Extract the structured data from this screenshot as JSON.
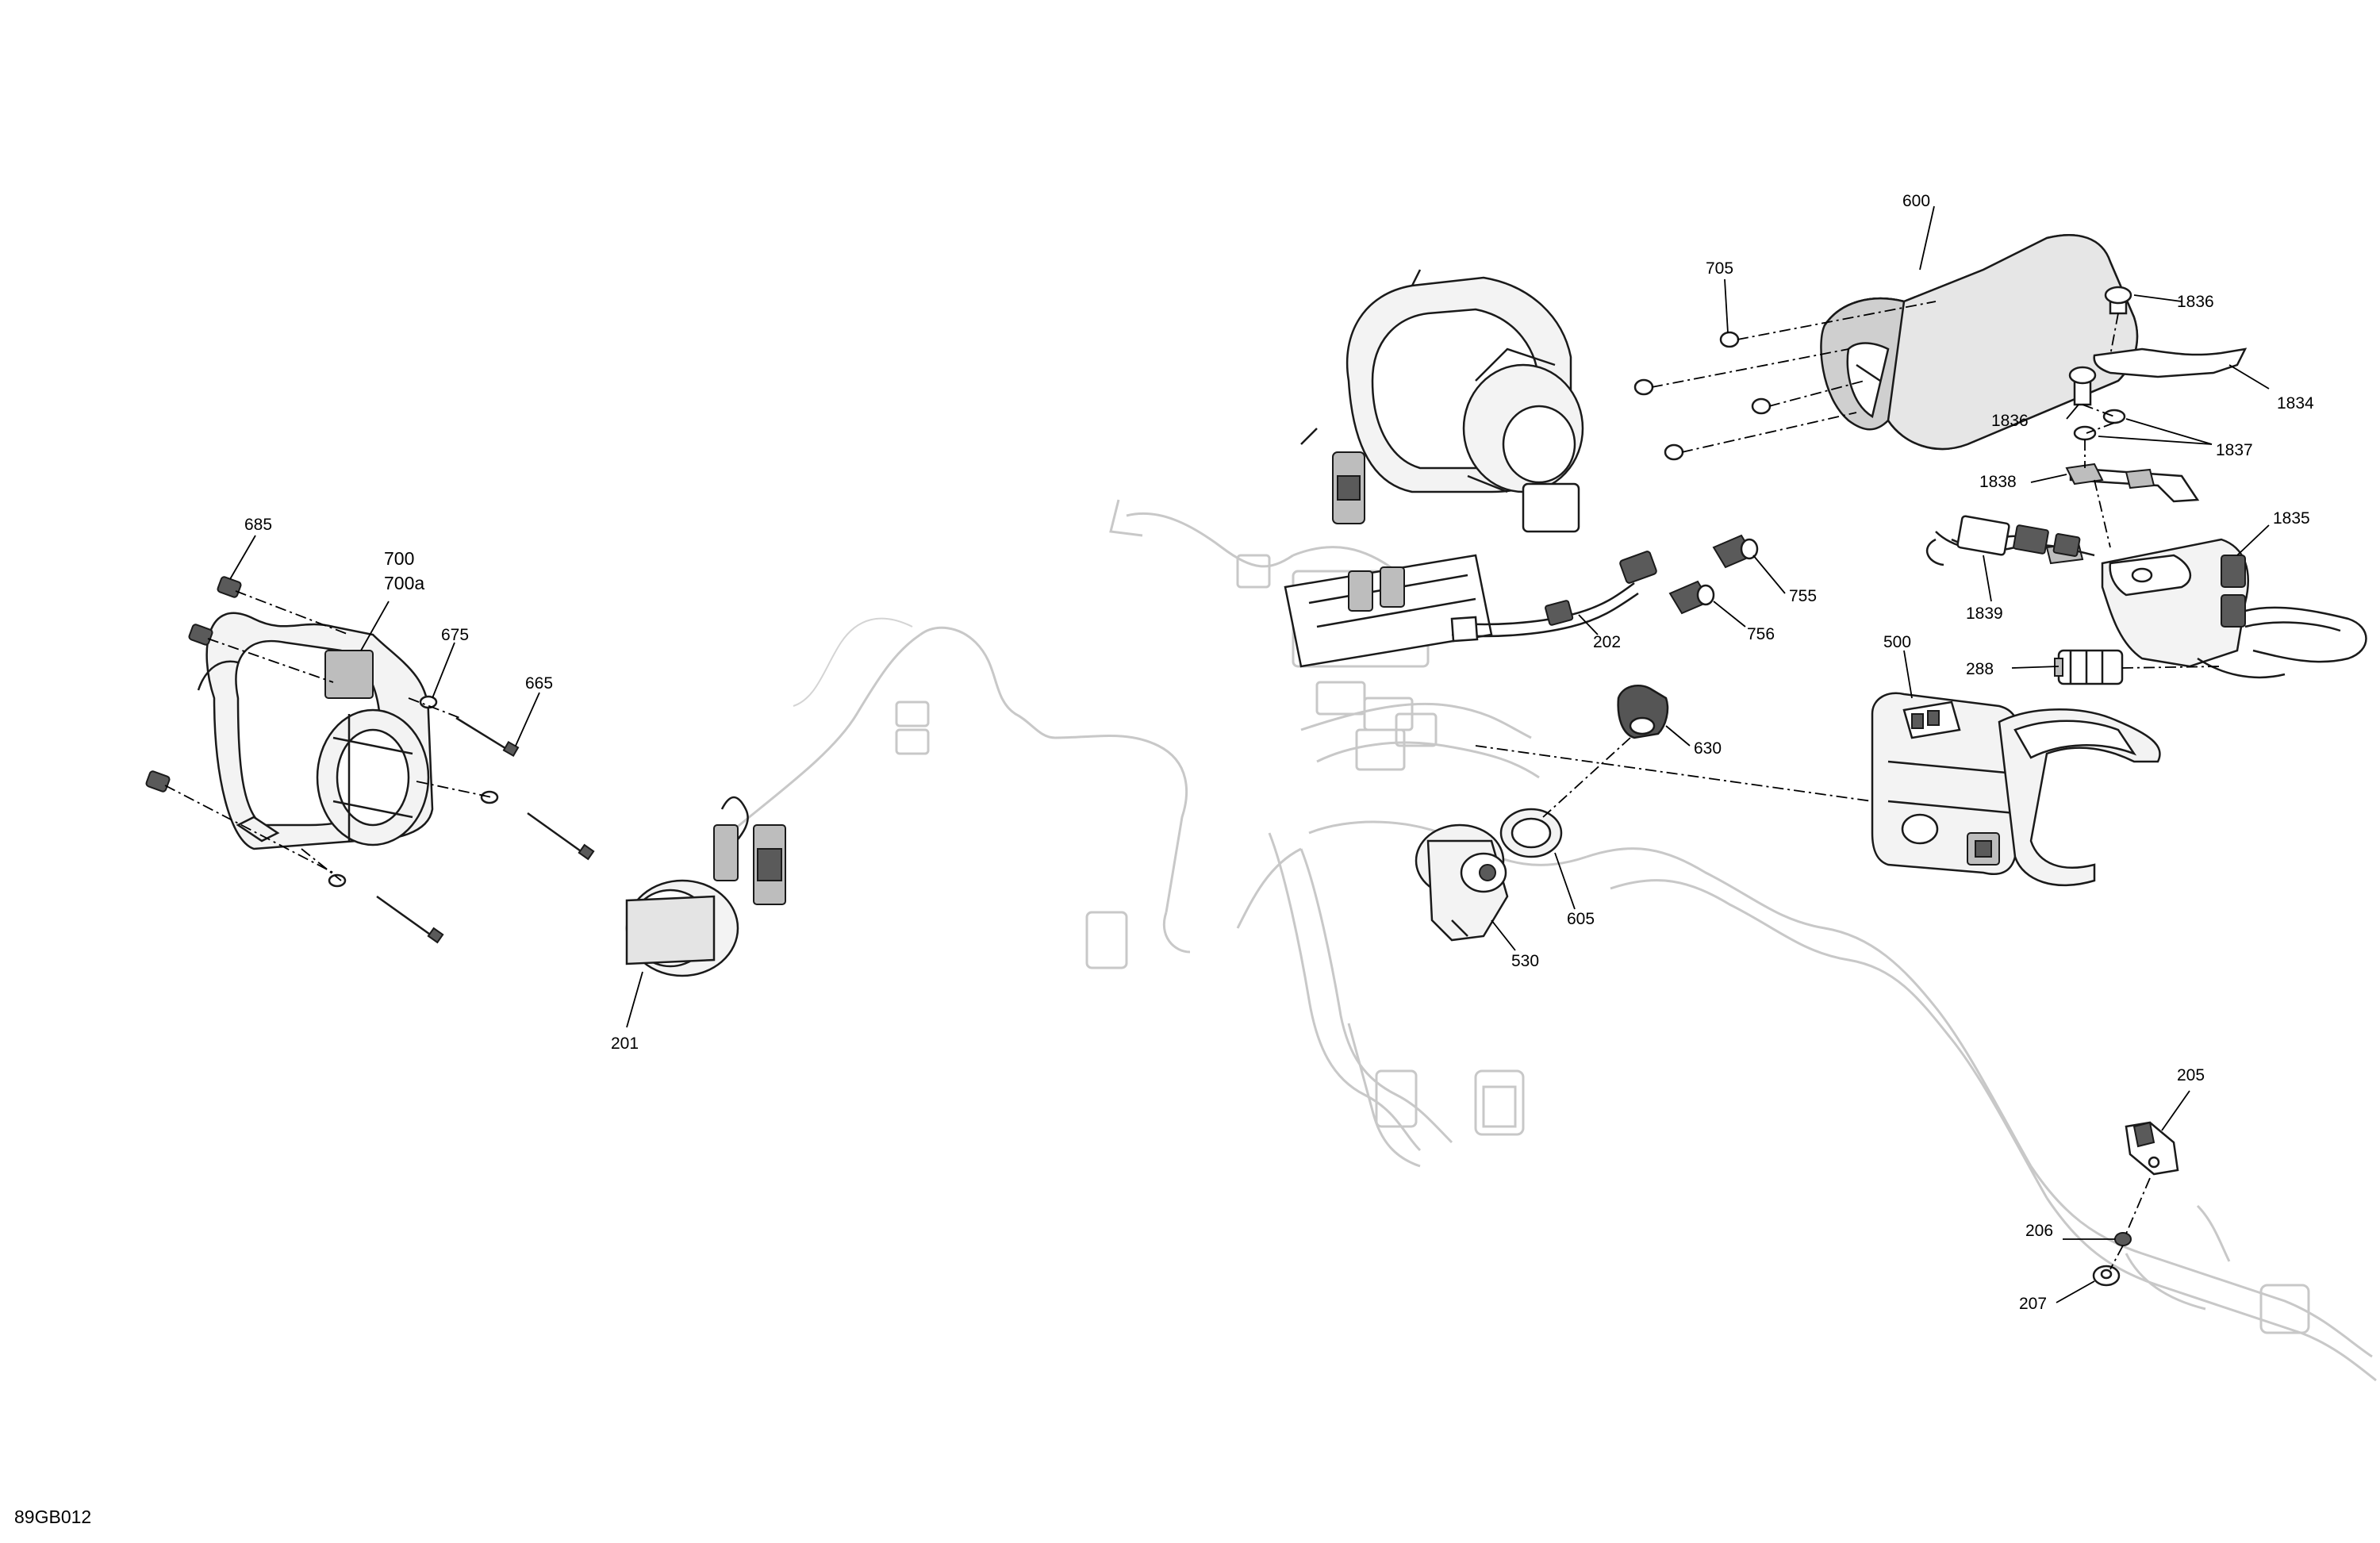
{
  "diagram_code": "89GB012",
  "callouts": {
    "c600": "600",
    "c705": "705",
    "c1836a": "1836",
    "c1834": "1834",
    "c1836b": "1836",
    "c1837": "1837",
    "c1838": "1838",
    "c1835": "1835",
    "c1839": "1839",
    "c755": "755",
    "c756": "756",
    "c202": "202",
    "c500": "500",
    "c288": "288",
    "c630": "630",
    "c605": "605",
    "c530": "530",
    "c685": "685",
    "c700": "700",
    "c700a": "700a",
    "c675": "675",
    "c665": "665",
    "c201": "201",
    "c205": "205",
    "c206": "206",
    "c207": "207"
  }
}
